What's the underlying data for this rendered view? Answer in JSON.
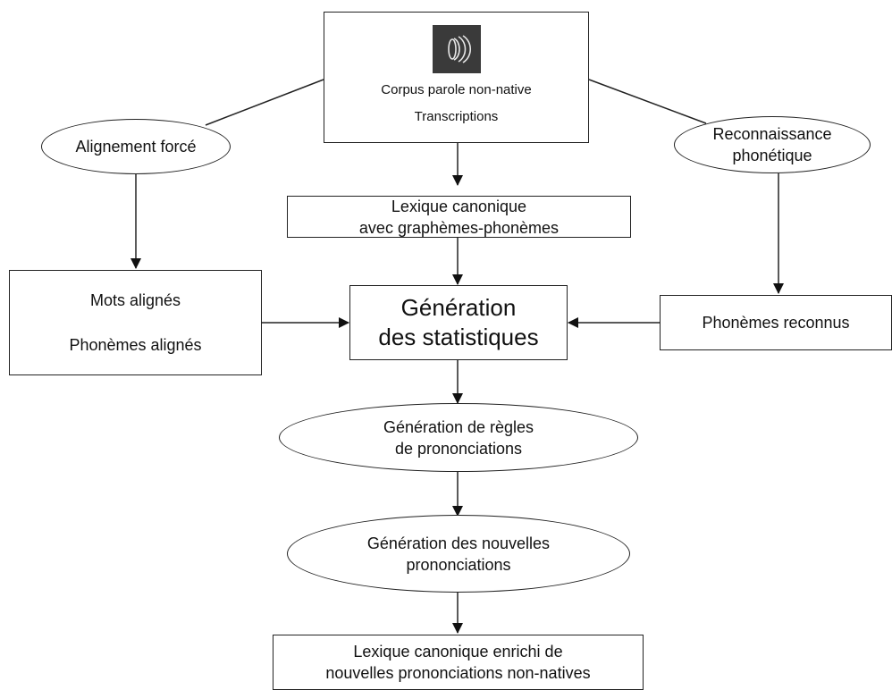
{
  "nodes": {
    "corpus": {
      "line1": "Corpus parole non-native",
      "line2": "Transcriptions",
      "icon": "speaker-sound-icon"
    },
    "alignement": {
      "label": "Alignement forcé"
    },
    "reconnaissance": {
      "line1": "Reconnaissance",
      "line2": "phonétique"
    },
    "lexique": {
      "line1": "Lexique canonique",
      "line2": "avec graphèmes-phonèmes"
    },
    "mots": {
      "line1": "Mots alignés",
      "line2": "Phonèmes alignés"
    },
    "generation_stats": {
      "line1": "Génération",
      "line2": "des statistiques"
    },
    "phonemes_reconnus": {
      "label": "Phonèmes reconnus"
    },
    "regles": {
      "line1": "Génération de règles",
      "line2": "de prononciations"
    },
    "nouvelles": {
      "line1": "Génération des nouvelles",
      "line2": "prononciations"
    },
    "lexique_enrichi": {
      "line1": "Lexique canonique enrichi de",
      "line2": "nouvelles prononciations non-natives"
    }
  },
  "colors": {
    "stroke": "#222222",
    "icon_bg": "#3a3a3a",
    "icon_fg": "#e6e6e6"
  }
}
